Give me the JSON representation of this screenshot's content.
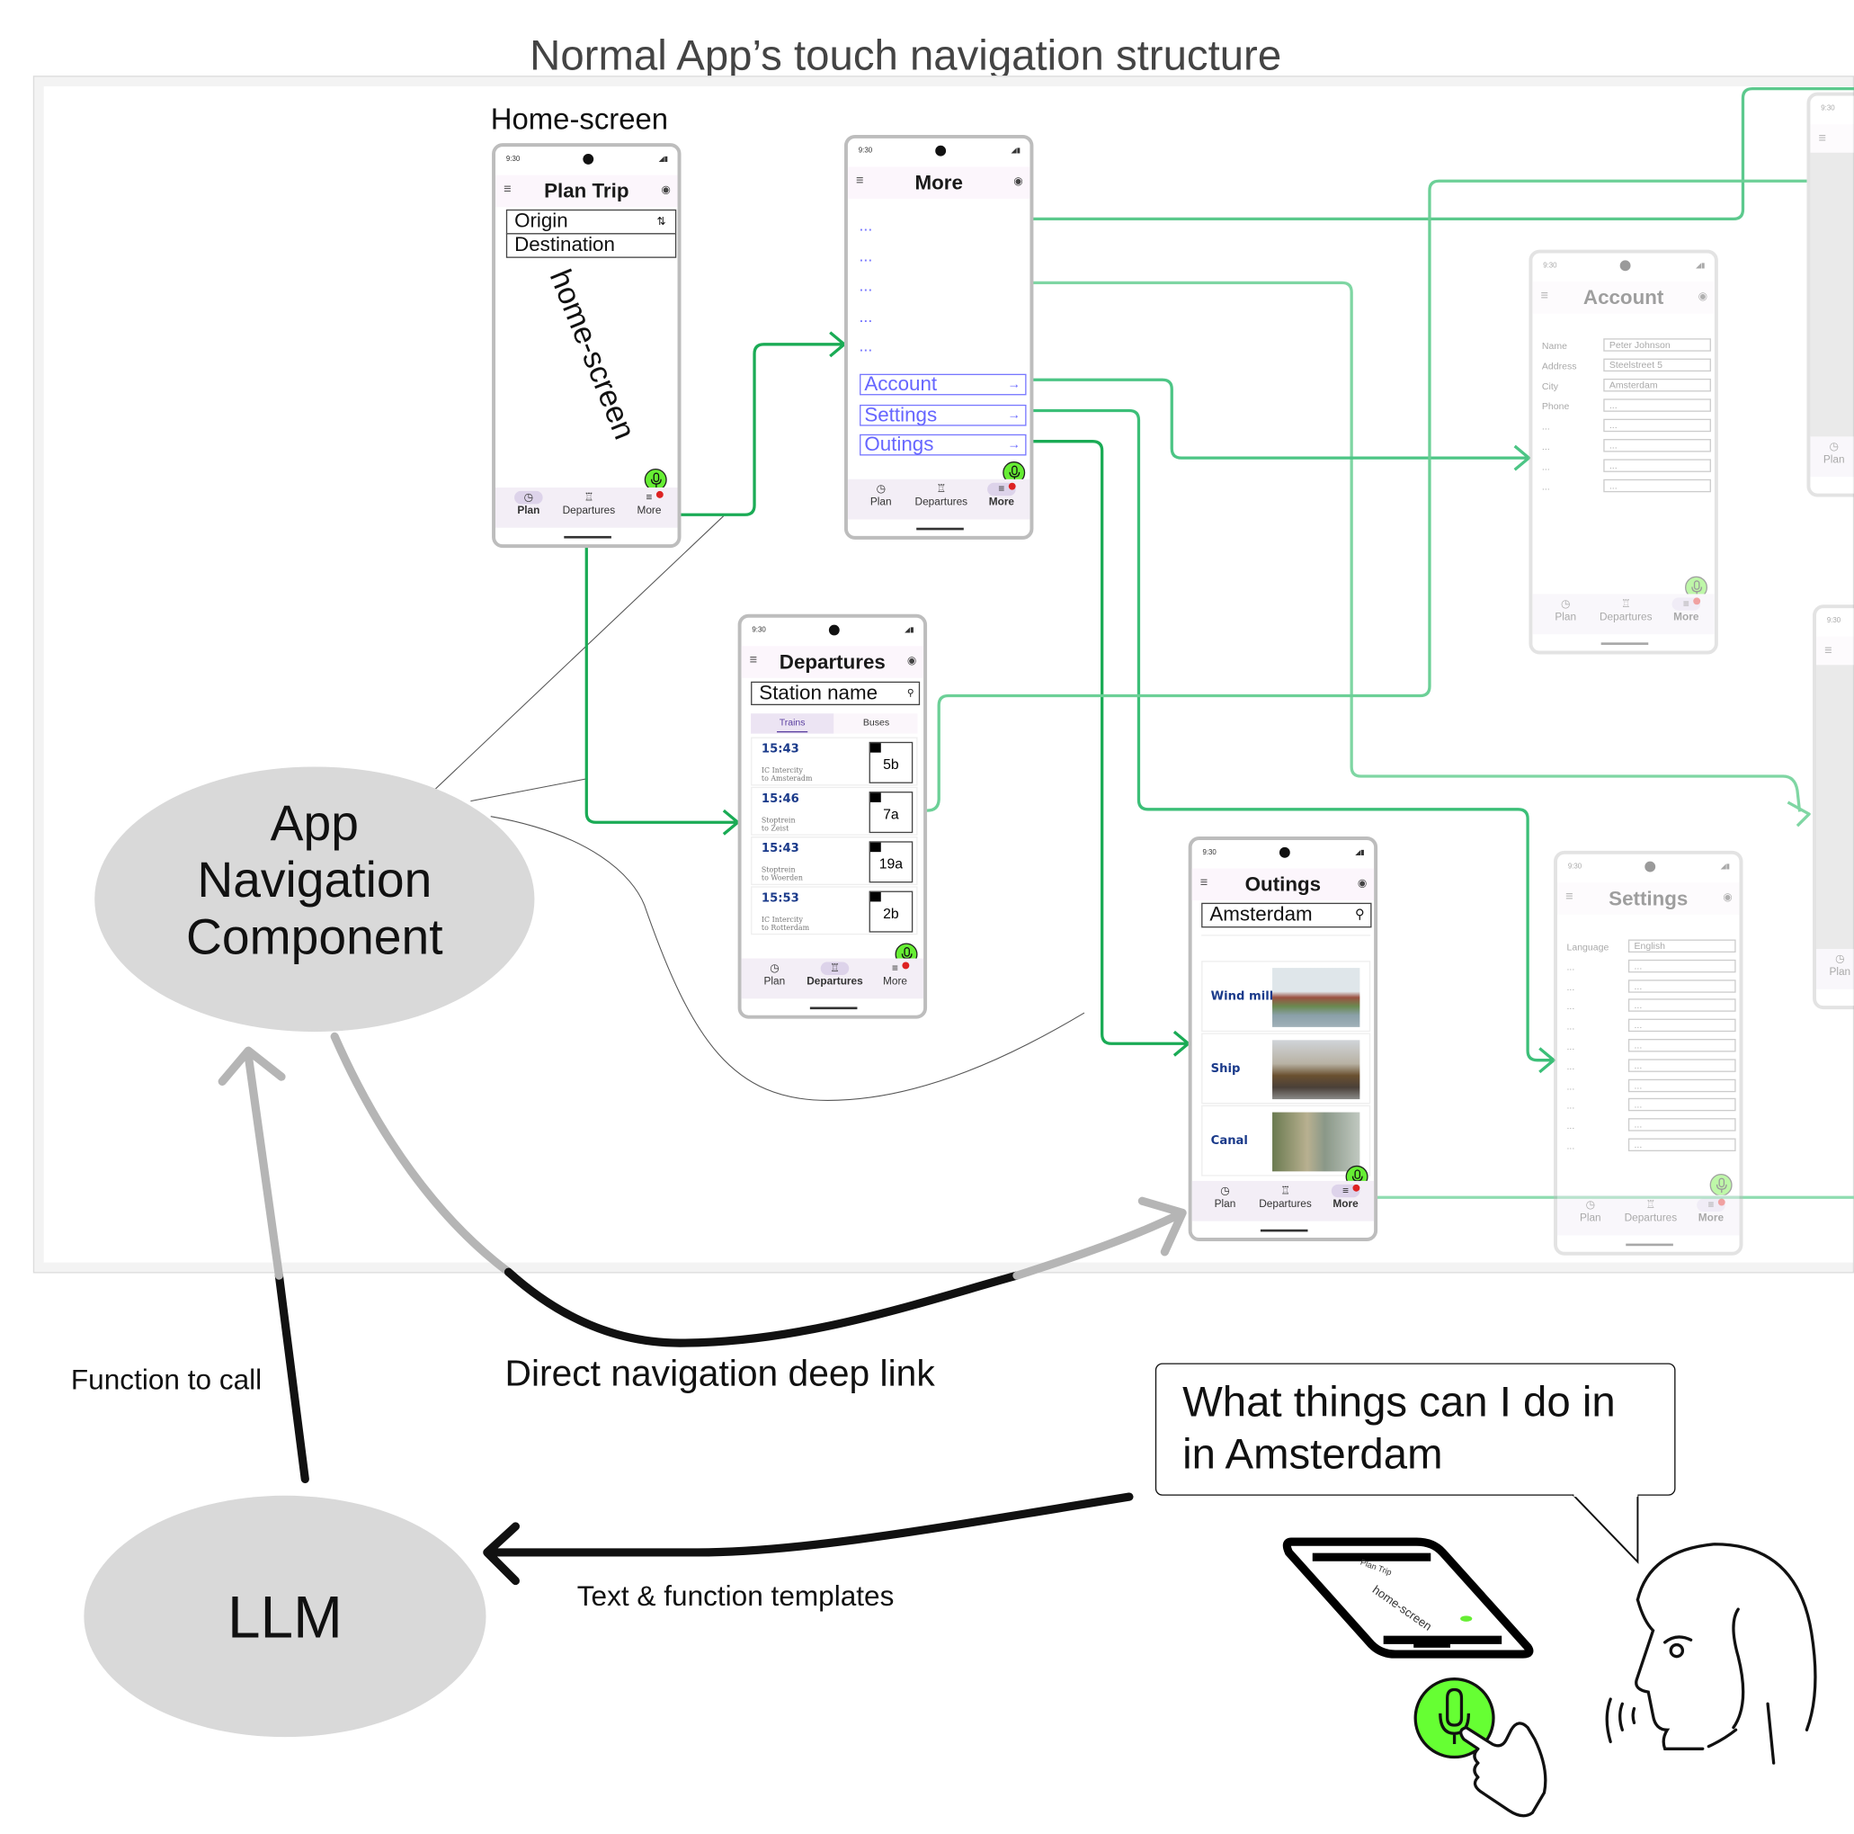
{
  "diagram": {
    "title": "Normal App’s touch navigation structure",
    "home_label": "Home-screen",
    "function_label": "Function to call",
    "deeplink_label": "Direct navigation deep link",
    "templates_label": "Text & function templates",
    "app_nav_component": [
      "App",
      "Navigation",
      "Component"
    ],
    "llm": "LLM",
    "speech": [
      "What things can I do in",
      "in Amsterdam"
    ],
    "colors": {
      "connector": "#1aab55",
      "connector_faded": "#8fdcb0",
      "ellipse": "#d9d9d9",
      "mic": "#66ee33",
      "link": "#6666ff"
    }
  },
  "nav_labels": [
    "Plan",
    "Departures",
    "More"
  ],
  "nav_icons": [
    "clock-icon",
    "tram-icon",
    "more-menu-icon"
  ],
  "phones": {
    "home": {
      "time": "9:30",
      "title": "Plan Trip",
      "origin": "Origin",
      "destination": "Destination",
      "watermark": "home-screen",
      "active": 0
    },
    "more": {
      "time": "9:30",
      "title": "More",
      "dots": [
        "...",
        "...",
        "...",
        "...",
        "..."
      ],
      "links": [
        "Account",
        "Settings",
        "Outings"
      ],
      "active": 2
    },
    "departures": {
      "time": "9:30",
      "title": "Departures",
      "search": "Station name",
      "tabs": [
        "Trains",
        "Buses"
      ],
      "rows": [
        {
          "time": "15:43",
          "line1": "IC Intercity",
          "line2": "to Amsteradm",
          "platform": "5b"
        },
        {
          "time": "15:46",
          "line1": "Stoptrein",
          "line2": "to Zeist",
          "platform": "7a"
        },
        {
          "time": "15:43",
          "line1": "Stoptrein",
          "line2": "to Woerden",
          "platform": "19a"
        },
        {
          "time": "15:53",
          "line1": "IC Intercity",
          "line2": "to Rotterdam",
          "platform": "2b"
        }
      ],
      "active": 1
    },
    "account": {
      "time": "9:30",
      "title": "Account",
      "fields": [
        {
          "label": "Name",
          "value": "Peter Johnson"
        },
        {
          "label": "Address",
          "value": "Steelstreet 5"
        },
        {
          "label": "City",
          "value": "Amsterdam"
        },
        {
          "label": "Phone",
          "value": "..."
        },
        {
          "label": "...",
          "value": "..."
        },
        {
          "label": "...",
          "value": "..."
        },
        {
          "label": "...",
          "value": "..."
        },
        {
          "label": "...",
          "value": "..."
        }
      ],
      "active": 2
    },
    "outings": {
      "time": "9:30",
      "title": "Outings",
      "search": "Amsterdam",
      "items": [
        "Wind mill",
        "Ship",
        "Canal"
      ],
      "active": 2
    },
    "settings": {
      "time": "9:30",
      "title": "Settings",
      "fields": [
        {
          "label": "Language",
          "value": "English"
        },
        {
          "label": "...",
          "value": "..."
        },
        {
          "label": "...",
          "value": "..."
        },
        {
          "label": "...",
          "value": "..."
        },
        {
          "label": "...",
          "value": "..."
        },
        {
          "label": "...",
          "value": "..."
        },
        {
          "label": "...",
          "value": "..."
        },
        {
          "label": "...",
          "value": "..."
        },
        {
          "label": "...",
          "value": "..."
        },
        {
          "label": "...",
          "value": "..."
        },
        {
          "label": "...",
          "value": "..."
        }
      ],
      "active": 2
    },
    "edge_top": {
      "time": "9:30",
      "nav_first": "Plan"
    },
    "edge_bottom": {
      "time": "9:30",
      "nav_first": "Plan"
    }
  }
}
